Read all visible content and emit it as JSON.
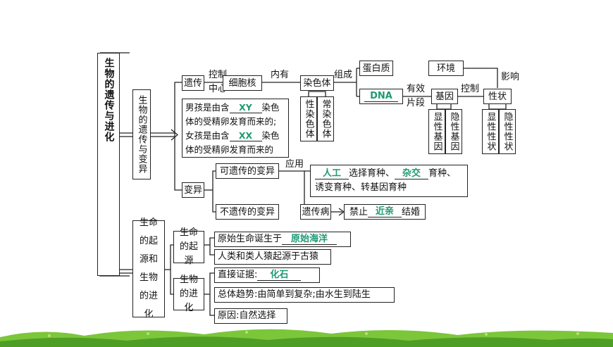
{
  "root": "生物的遗传与进化",
  "branch1": {
    "title": "生物的遗传与变异",
    "yichuan": "遗传",
    "kongzhi": "控制",
    "zhongxin": "中心",
    "xibaohe": "细胞核",
    "neiyou": "内有",
    "ranseti": "染色体",
    "zucheng": "组成",
    "danbaizhi": "蛋白质",
    "dna": "DNA",
    "youxiao": "有效",
    "pianduan": "片段",
    "jiyin": "基因",
    "kongzhi2": "控制",
    "xingzhuang": "性状",
    "huanjing": "环境",
    "yingxiang": "影响",
    "xingranseti": "性染色体",
    "changranseti": "常染色体",
    "xianxingjiyin": "显性基因",
    "yinxingjiyin": "隐性基因",
    "xianxingxingzhuang": "显性性状",
    "yinxingxingzhuang": "隐性性状",
    "sex_box": {
      "l1a": "男孩是由含",
      "xy": "XY",
      "l1b": "染色",
      "l2": "体的受精卵发育而来的;",
      "l3a": "女孩是由含",
      "xx": "XX",
      "l3b": "染色",
      "l4": "体的受精卵发育而来的"
    },
    "bianyi": "变异",
    "kyc": "可遗传的变异",
    "bkyc": "不遗传的变异",
    "yingyong": "应用",
    "breeding": {
      "rengong": "人工",
      "a": "选择育种、",
      "zajiao": "杂交",
      "b": "育种、",
      "l2": "诱变育种、转基因育种"
    },
    "yichuanbing": "遗传病",
    "jinqin": {
      "a": "禁止",
      "ans": "近亲",
      "b": "结婚"
    }
  },
  "branch2": {
    "title": "生命的起源和生物的进化",
    "qiyuan": "生命的起源",
    "q1a": "原始生命诞生于",
    "q1ans": "原始海洋",
    "q2": "人类和类人猿起源于古猿",
    "jinhua": "生物的进化",
    "j1a": "直接证据:",
    "j1ans": "化石",
    "j2": "总体趋势:由简单到复杂;由水生到陆生",
    "j3": "原因:自然选择"
  }
}
